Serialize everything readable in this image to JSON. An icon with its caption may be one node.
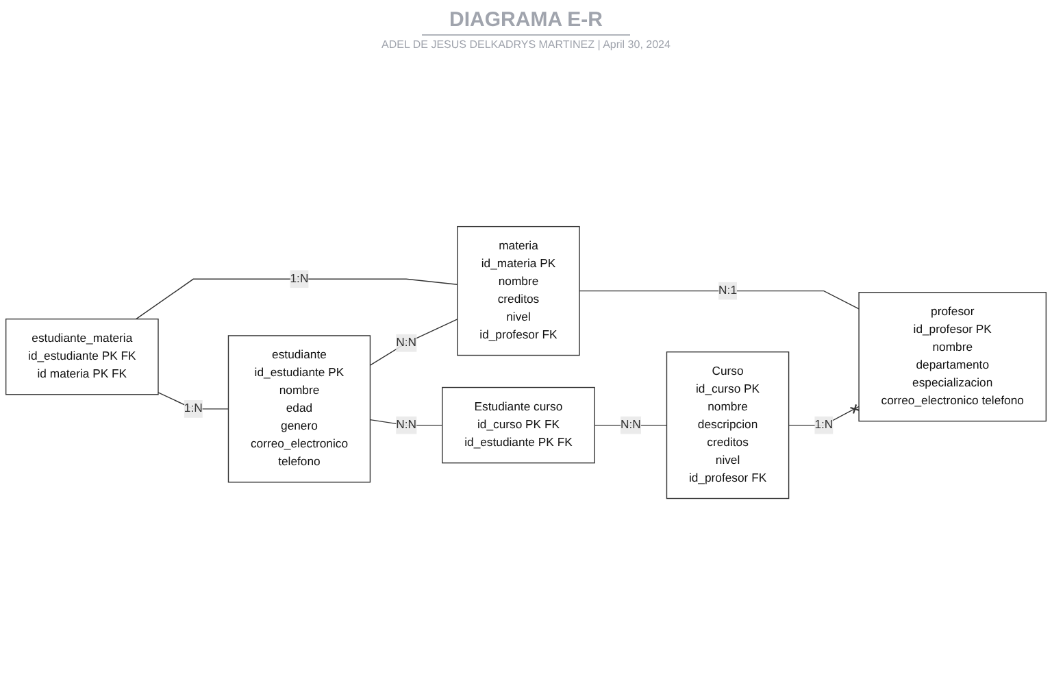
{
  "diagram": {
    "title": "DIAGRAMA E-R",
    "caption": "ADEL DE JESUS DELKADRYS MARTINEZ | April 30, 2024",
    "nodes": [
      {
        "text": [
          "estudiante_materia",
          "id_estudiante PK FK",
          "id materia PK FK"
        ]
      },
      {
        "text": [
          "estudiante",
          "id_estudiante PK",
          "nombre",
          "edad",
          "genero",
          "correo_electronico",
          "telefono"
        ]
      },
      {
        "text": [
          "Estudiante curso",
          "id_curso PK FK",
          "id_estudiante PK FK"
        ]
      },
      {
        "text": [
          "materia",
          "id_materia PK",
          "nombre",
          "creditos",
          "nivel",
          "id_profesor FK"
        ]
      },
      {
        "text": [
          "profesor",
          "id_profesor PK",
          "nombre",
          "departamento",
          "especializacion",
          "correo_electronico telefono"
        ]
      },
      {
        "text": [
          "Curso",
          "id_curso PK",
          "nombre",
          "descripcion",
          "creditos",
          "nivel",
          "id_profesor FK"
        ]
      }
    ],
    "edges": [
      {
        "from": 0,
        "to": 1,
        "arrow": "none",
        "label": "1:N"
      },
      {
        "from": 0,
        "to": 3,
        "arrow": "none",
        "label": "1:N"
      },
      {
        "from": 1,
        "to": 2,
        "arrow": "none",
        "label": "N:N"
      },
      {
        "from": 1,
        "to": 3,
        "arrow": "none",
        "label": "N:N"
      },
      {
        "from": 2,
        "to": 5,
        "arrow": "none",
        "label": "N:N"
      },
      {
        "from": 3,
        "to": 4,
        "arrow": "none",
        "label": "N:1"
      },
      {
        "from": 5,
        "to": 4,
        "arrow": "other",
        "label": "1:N"
      }
    ]
  }
}
